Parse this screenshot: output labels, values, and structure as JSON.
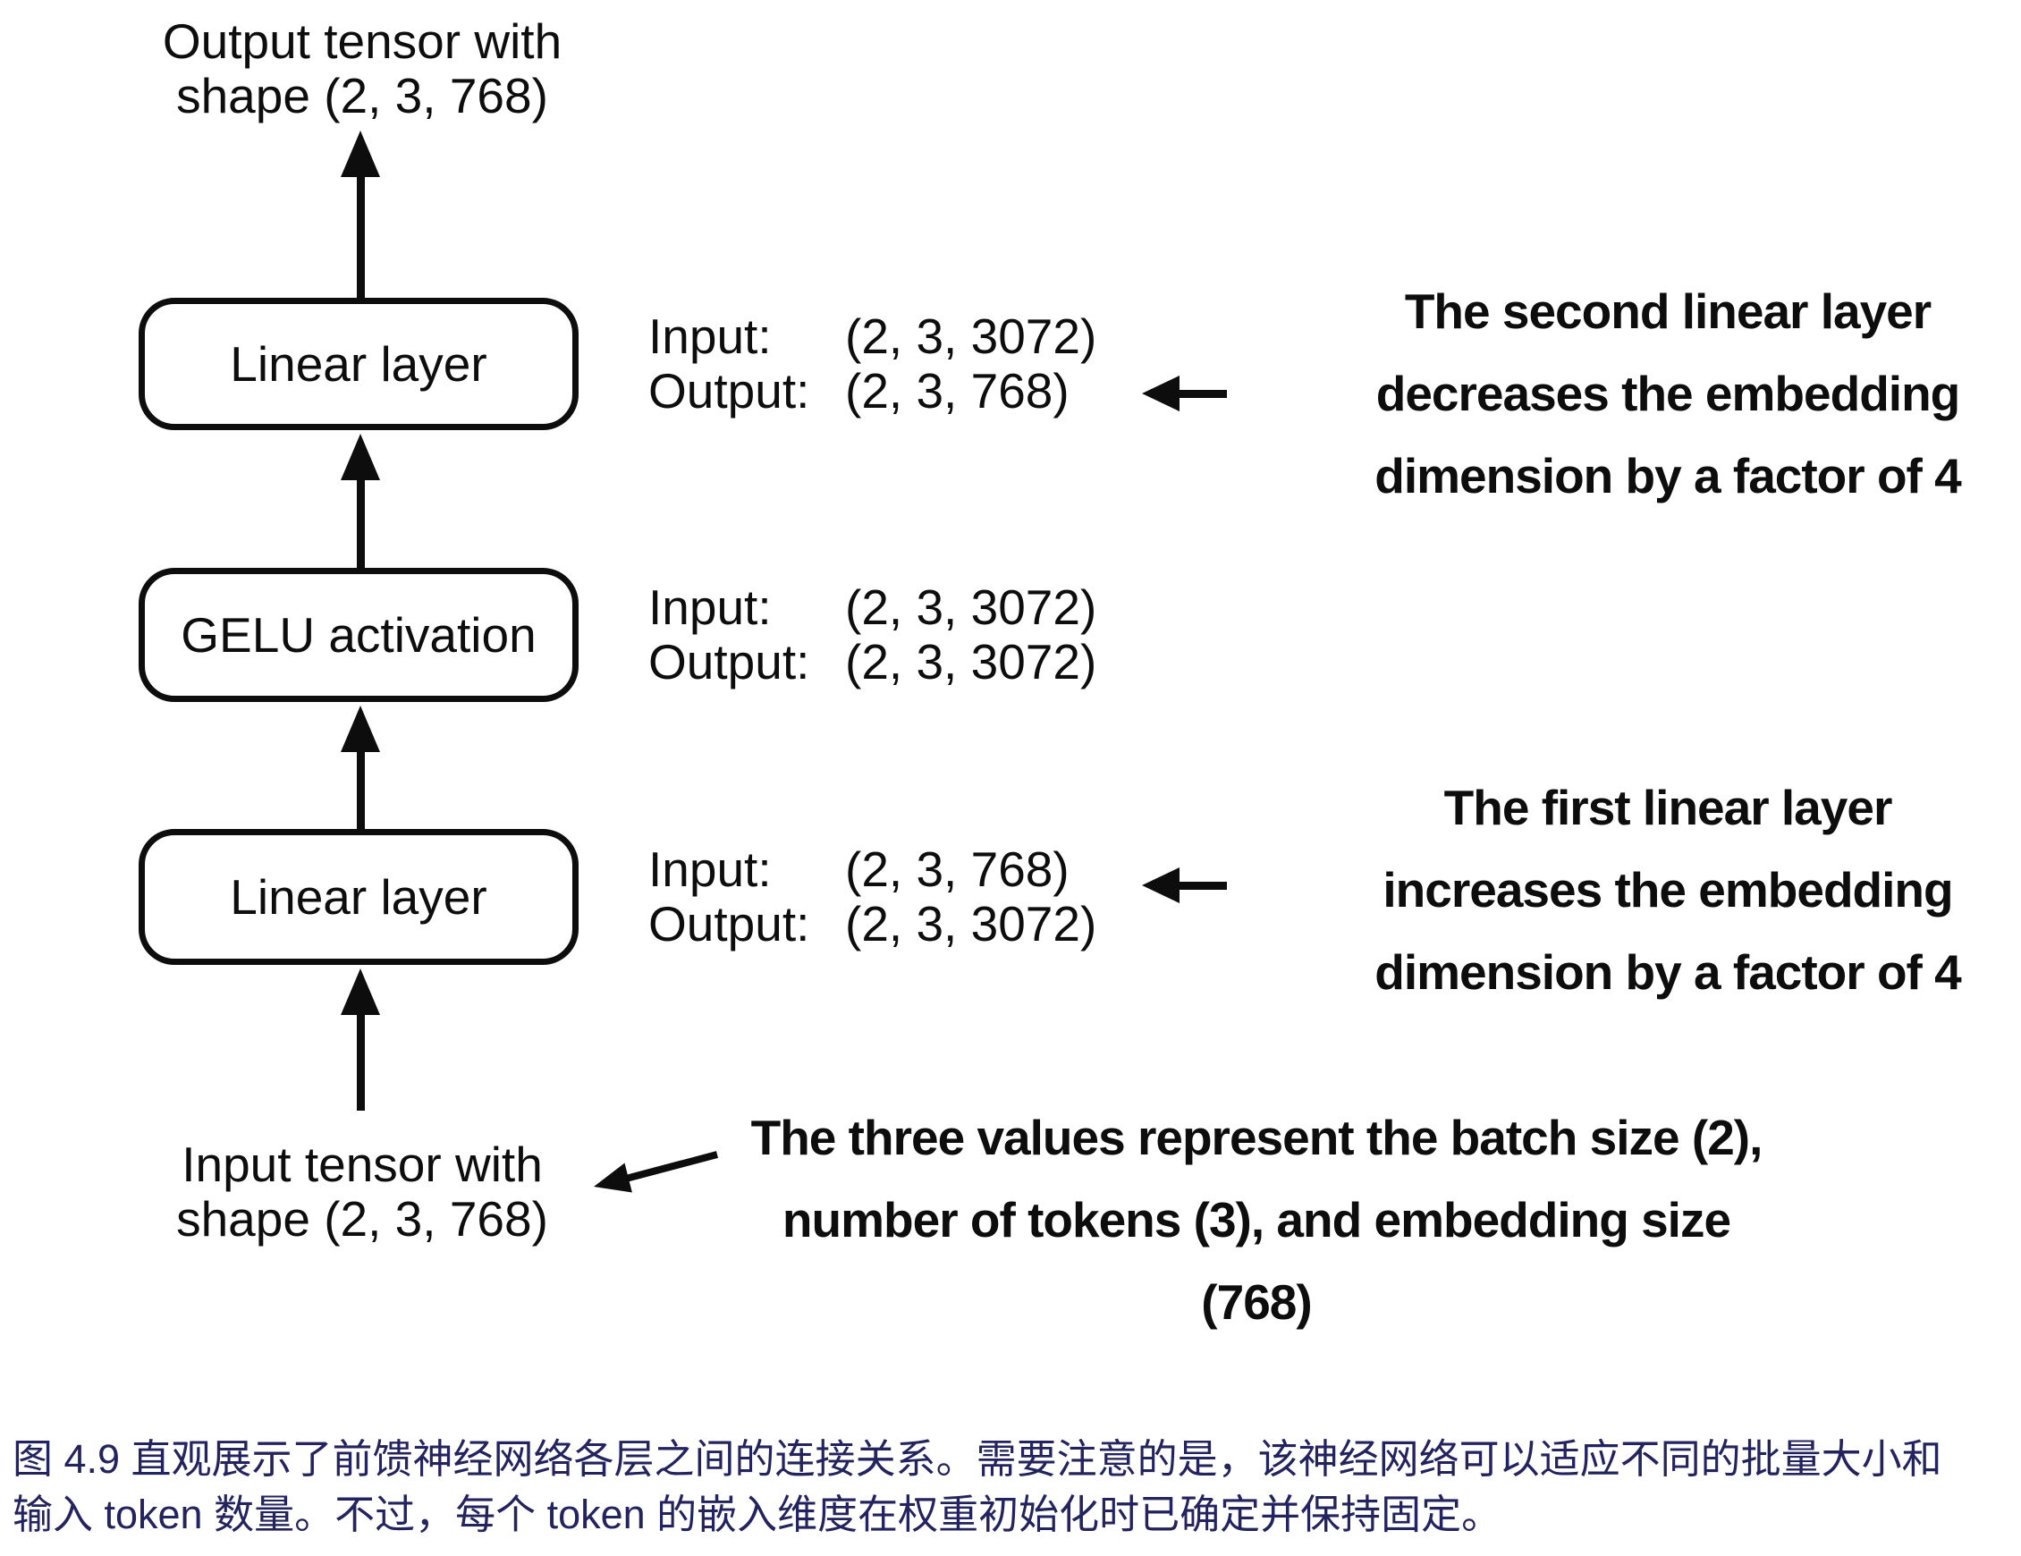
{
  "colors": {
    "ink": "#0d0d0d",
    "caption_text": "#23235f",
    "background": "#ffffff"
  },
  "diagram": {
    "output_tensor_label": [
      "Output tensor with",
      "shape (2, 3, 768)"
    ],
    "input_tensor_label": [
      "Input tensor with",
      "shape (2, 3, 768)"
    ],
    "boxes": [
      {
        "label": "Linear layer",
        "io": [
          {
            "k": "Input:",
            "v": "(2, 3, 3072)"
          },
          {
            "k": "Output:",
            "v": "(2, 3, 768)"
          }
        ]
      },
      {
        "label": "GELU activation",
        "io": [
          {
            "k": "Input:",
            "v": "(2, 3, 3072)"
          },
          {
            "k": "Output:",
            "v": "(2, 3, 3072)"
          }
        ]
      },
      {
        "label": "Linear layer",
        "io": [
          {
            "k": "Input:",
            "v": "(2, 3, 768)"
          },
          {
            "k": "Output:",
            "v": "(2, 3, 3072)"
          }
        ]
      }
    ],
    "annotation_second_linear": [
      "The second linear layer",
      "decreases the embedding",
      "dimension by a factor of 4"
    ],
    "annotation_first_linear": [
      "The first linear layer",
      "increases the embedding",
      "dimension by a factor of 4"
    ],
    "annotation_batch": [
      "The three values represent the batch size (2),",
      "number of tokens (3), and embedding size",
      "(768)"
    ]
  },
  "caption": {
    "lines": [
      "图 4.9 直观展示了前馈神经网络各层之间的连接关系。需要注意的是，该神经网络可以适应不同的批量大小和",
      "输入 token 数量。不过，每个 token 的嵌入维度在权重初始化时已确定并保持固定。"
    ]
  }
}
